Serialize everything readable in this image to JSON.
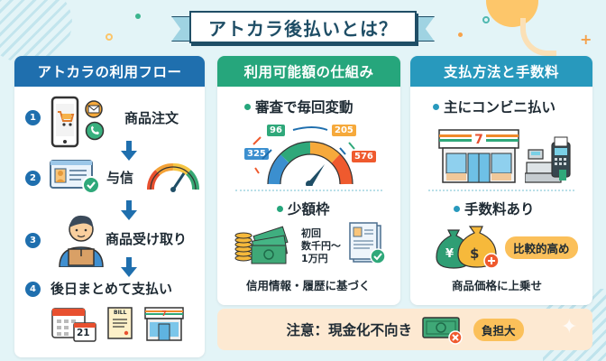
{
  "title": "アトカラ後払いとは？",
  "flow_panel": {
    "header": "アトカラの利用フロー",
    "steps": [
      {
        "num": "1",
        "label": "商品注文",
        "icons": [
          "smartphone-cart-icon",
          "mail-bubble-icon",
          "phone-bubble-icon"
        ]
      },
      {
        "num": "2",
        "label": "与信",
        "icons": [
          "id-card-check-icon",
          "gauge-icon"
        ]
      },
      {
        "num": "3",
        "label": "商品受け取り",
        "icons": [
          "person-with-package-icon"
        ]
      },
      {
        "num": "4",
        "label": "後日まとめて支払い",
        "icons": [
          "calendar-icon",
          "bill-icon",
          "convenience-store-icon"
        ]
      }
    ],
    "calendar_day": "21",
    "bill_label": "BILL"
  },
  "limit_panel": {
    "header": "利用可能額の仕組み",
    "section1": {
      "title": "審査で毎回変動",
      "gauge_values": [
        "325",
        "96",
        "205",
        "576"
      ]
    },
    "section2": {
      "title": "少額枠",
      "detail_lines": [
        "初回",
        "数千円～",
        "1万円"
      ],
      "caption": "信用情報・履歴に基づく"
    }
  },
  "payment_panel": {
    "header": "支払方法と手数料",
    "section1": {
      "title": "主にコンビニ払い"
    },
    "section2": {
      "title": "手数料あり",
      "badge": "比較的高め",
      "caption": "商品価格に上乗せ",
      "yen_symbol": "¥",
      "dollar_symbol": "$"
    }
  },
  "warning": {
    "text": "注意：現金化不向き",
    "badge": "負担大"
  },
  "colors": {
    "background": "#e3f4f7",
    "flow_header": "#1f6fae",
    "limit_header": "#26a67c",
    "payment_header": "#2899bd",
    "warning_bg": "#fde9d2",
    "badge": "#fbc05a",
    "title_border": "#1f4e66"
  }
}
